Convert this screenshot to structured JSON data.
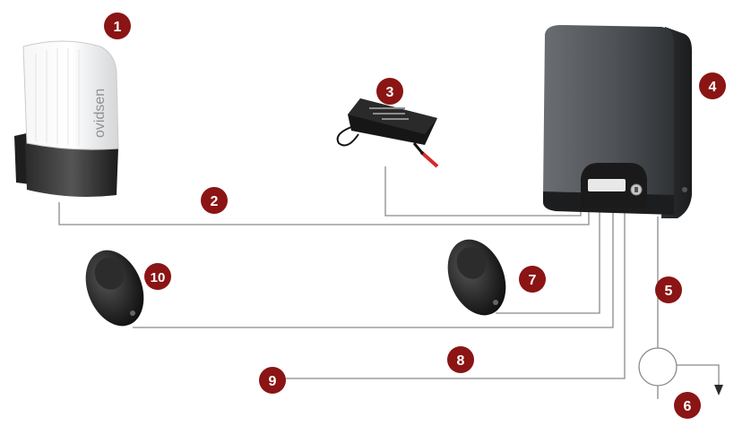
{
  "brand_text": "ovidsen",
  "badges": [
    "1",
    "2",
    "3",
    "4",
    "5",
    "6",
    "7",
    "8",
    "9",
    "10"
  ],
  "colors": {
    "badge": "#8b1414",
    "wire": "#8a8a8a",
    "motor_body": "#55595d",
    "device_black": "#1a1a1a"
  },
  "components": {
    "warning_lamp": "flashing-lamp",
    "receiver": "radio-receiver-module",
    "motor": "gate-motor-unit",
    "photocell_right": "photocell",
    "photocell_left": "photocell",
    "meter": "electric-meter-circle"
  }
}
